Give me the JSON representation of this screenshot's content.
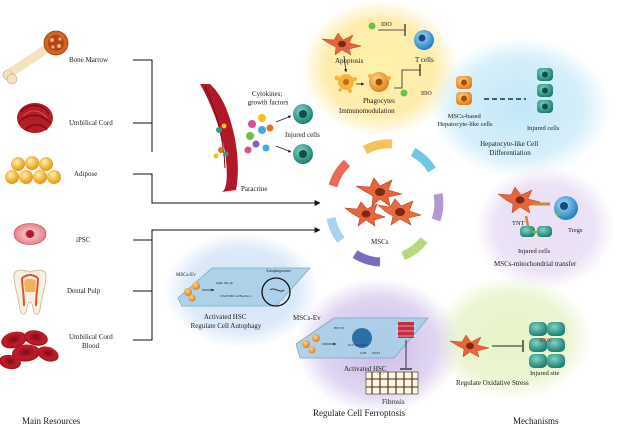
{
  "resources": {
    "items": [
      {
        "label": "Bone Marrow"
      },
      {
        "label": "Umbilical Cord"
      },
      {
        "label": "Adipose"
      },
      {
        "label": "iPSC"
      },
      {
        "label": "Dental Pulp"
      },
      {
        "label": "Umbilical Cord\nBlood"
      }
    ],
    "footer": "Main Resources"
  },
  "center": {
    "label": "MSCs"
  },
  "mechanisms": {
    "footer": "Mechanisms",
    "paracrine": {
      "cytokines": "Cytokines;\ngrowth factors",
      "injured": "Injured cells",
      "title": "Paracrine"
    },
    "immuno": {
      "ido_top": "IDO",
      "apoptosis": "Apoptosis",
      "tcells": "T cells",
      "ido_right": "IDO",
      "phagocytes": "Phagocytes",
      "title": "Immunomodulation"
    },
    "hepato": {
      "cells": "MSCs-based\nHepatocyte-like cells",
      "injured": "Injured cells",
      "title": "Hepatocyte-like Cell\nDifferentiation"
    },
    "mito": {
      "tnt": "TNT",
      "tregs": "Tregs",
      "injured": "Injured cells",
      "title": "MSCs-mitochondrial transfer"
    },
    "oxid": {
      "ros": "ROS",
      "injured": "Injured site",
      "title": "Regulate Oxidative Stress"
    },
    "ferro": {
      "ev": "MSCs-Ev",
      "hsc": "Activated HSC",
      "fibrosis": "Fibrosis",
      "title": "Regulate Cell Ferroptosis",
      "beclin": "BECN1",
      "slc": "SLC7A11/xCT",
      "gsh": "GSH",
      "gpx4": "GPX4"
    },
    "autophagy": {
      "ev": "MSCs-Ev",
      "mir": "miR-181-5p",
      "stat": "STAT3/Bcl-2/Beclin 1",
      "autophagosome": "Autophagosome",
      "title": "Activated HSC\nRegulate Cell Autophagy"
    }
  },
  "colors": {
    "vessel": "#b1192a",
    "msc": "#e8643a",
    "injured": "#2f9c8c",
    "tcell": "#2e8fd0",
    "orange_cell": "#f08a2a"
  }
}
